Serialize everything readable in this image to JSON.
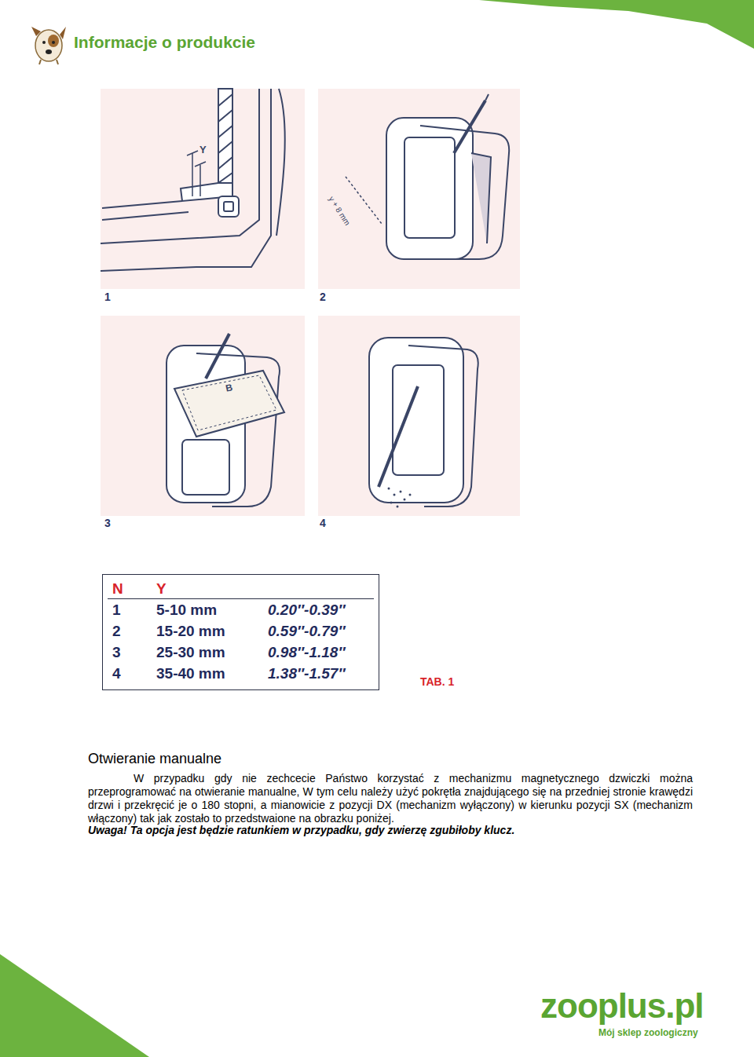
{
  "diagram": {
    "title": "Informacje o produkcie",
    "nodes": [
      {
        "text": [
          "N",
          "Y",
          "1",
          "5-10 mm",
          "0.20″-0.39″",
          "2",
          "15-20 mm",
          "0.59″-0.79″",
          "3",
          "25-30 mm",
          "0.98″-1.18″",
          "4",
          "35-40 mm",
          "1.38″-1.57″"
        ]
      }
    ],
    "labels": [
      "Y",
      "y + 8 mm",
      "B",
      "1",
      "2",
      "3",
      "4",
      "TAB. 1",
      "Otwieranie manualne",
      "W przypadku gdy nie zechcecie Państwo korzystać z mechanizmu magnetycznego dzwiczki można przeprogramować na otwieranie manualne, W tym celu należy użyć pokrętła znajdującego się na przedniej stronie krawędzi drzwi i przekręcić je o 180 stopni, a mianowicie z pozycji DX (mechanizm wyłączony) w kierunku pozycji SX (mechanizm włączony) tak jak zostało to przedstwaione na obrazku poniżej.",
      "Uwaga! Ta opcja jest będzie ratunkiem w przypadku, gdy zwierzę zgubiłoby klucz.",
      "zooplus.pl",
      "Mój sklep zoologiczny"
    ]
  }
}
